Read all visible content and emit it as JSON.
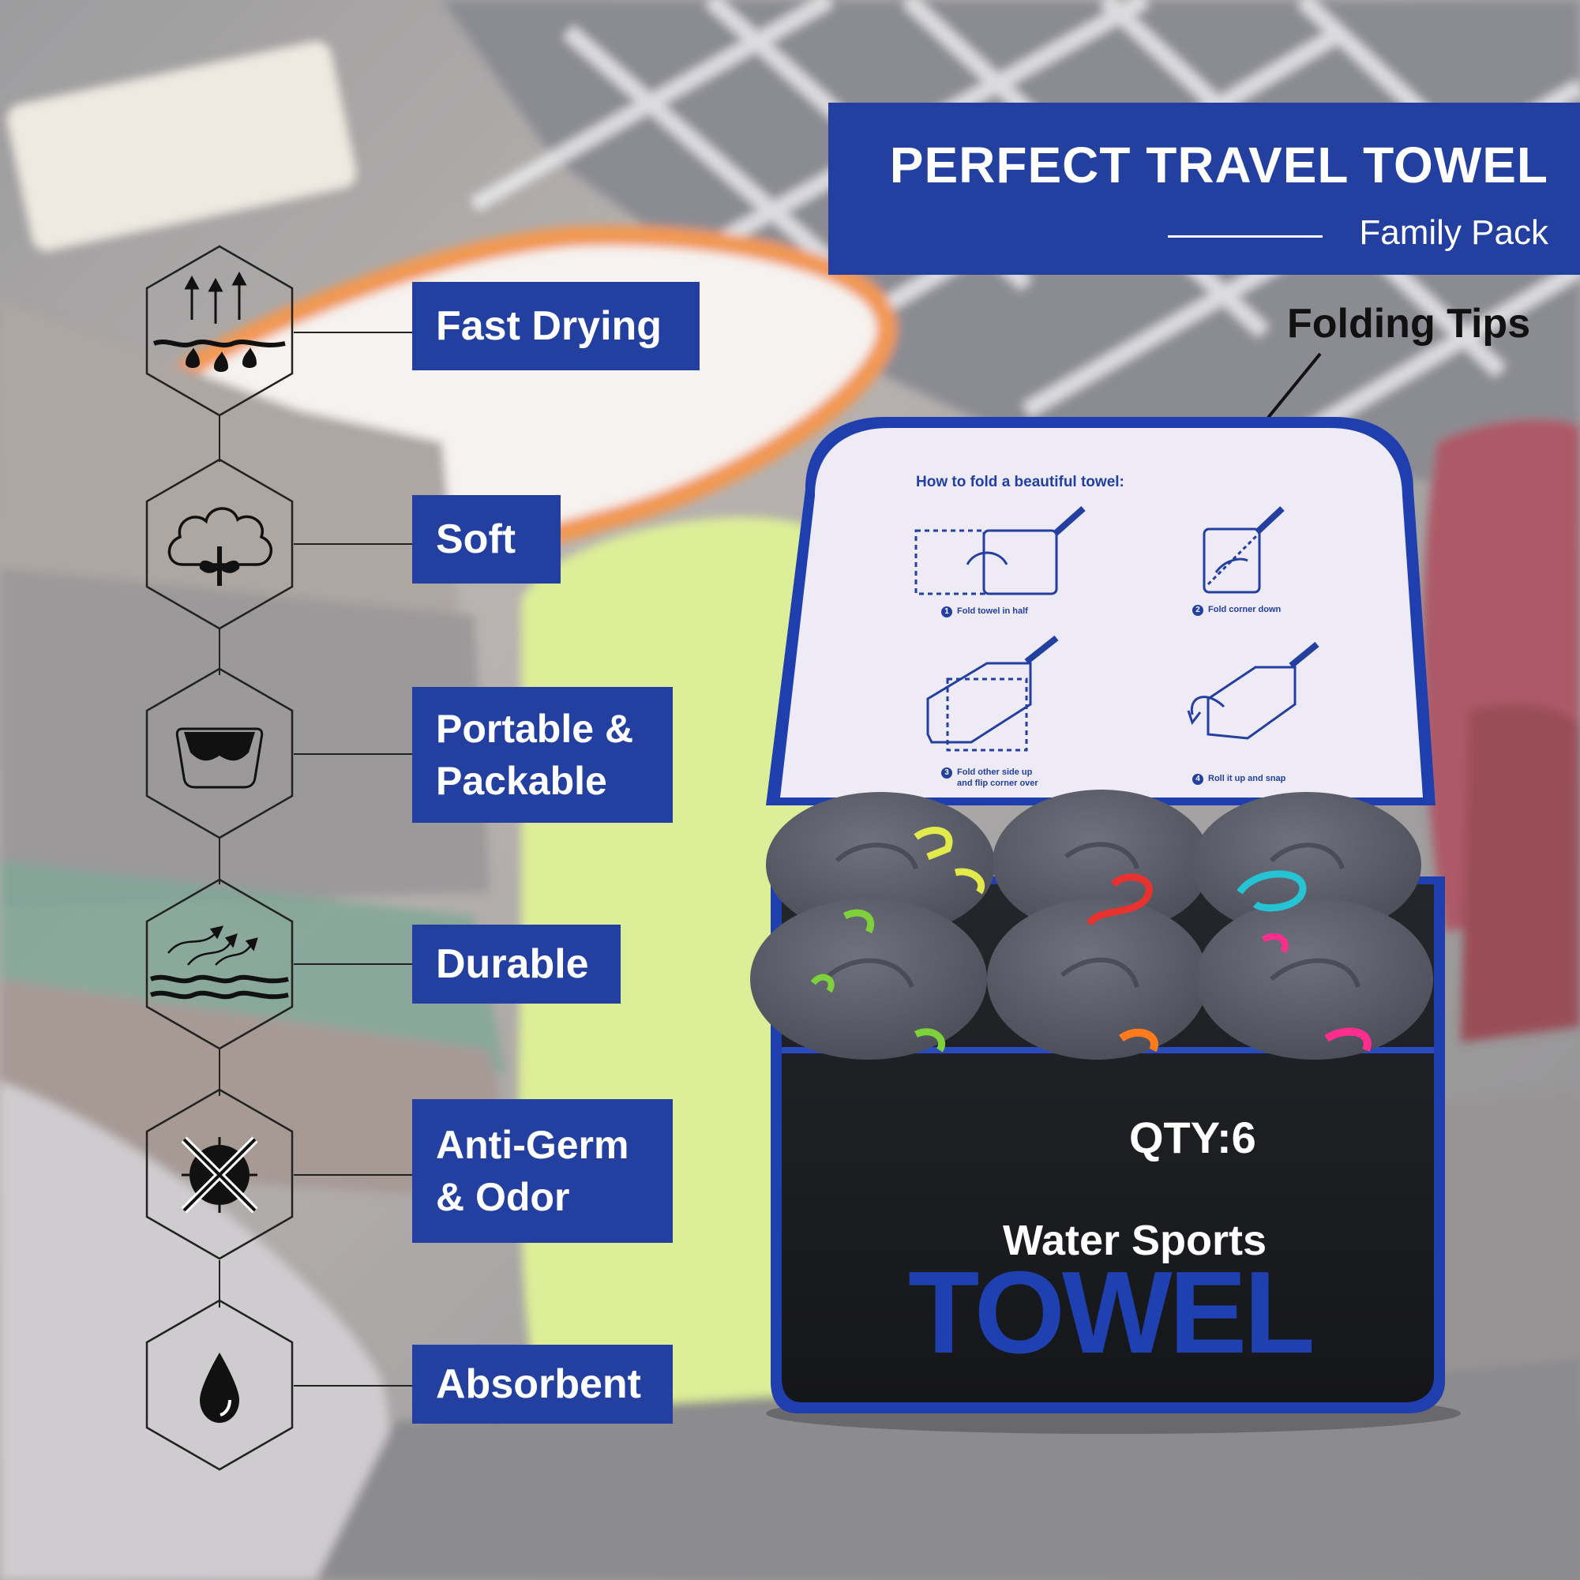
{
  "header": {
    "title": "PERFECT TRAVEL TOWEL",
    "subtitle": "Family Pack"
  },
  "callout": {
    "folding_tips": "Folding Tips"
  },
  "features": [
    {
      "label": [
        "Fast Drying"
      ],
      "icon": "fast-drying-icon"
    },
    {
      "label": [
        "Soft"
      ],
      "icon": "cotton-soft-icon"
    },
    {
      "label": [
        "Portable &",
        "Packable"
      ],
      "icon": "portable-pouch-icon"
    },
    {
      "label": [
        "Durable"
      ],
      "icon": "durable-waves-icon"
    },
    {
      "label": [
        "Anti-Germ",
        "& Odor"
      ],
      "icon": "anti-germ-icon"
    },
    {
      "label": [
        "Absorbent"
      ],
      "icon": "water-drop-icon"
    }
  ],
  "bag": {
    "qty": "QTY:6",
    "product_sub": "Water Sports",
    "product_main": "TOWEL"
  },
  "fold_guide": {
    "heading": "How to fold a beautiful towel:",
    "steps": [
      {
        "num": "1",
        "text": [
          "Fold towel in half"
        ]
      },
      {
        "num": "2",
        "text": [
          "Fold corner down"
        ]
      },
      {
        "num": "3",
        "text": [
          "Fold other side up",
          "and flip corner over"
        ]
      },
      {
        "num": "4",
        "text": [
          "Roll it up and snap"
        ]
      }
    ]
  },
  "colors": {
    "brand_blue": "#2340a0",
    "bag_black": "#1d1e22",
    "towel_gray": "#5c5e6b",
    "accent_lime": "#e6f69a"
  }
}
